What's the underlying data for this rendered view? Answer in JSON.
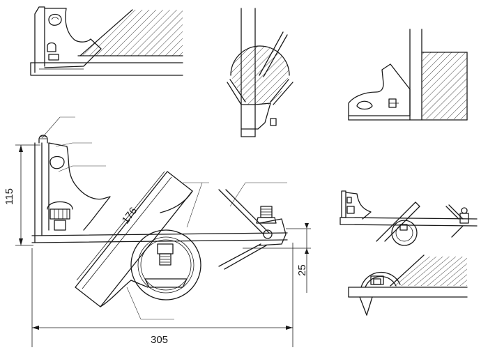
{
  "dimensions": {
    "height_left": "115",
    "angle_length": "176",
    "offset_right": "25",
    "total_width": "305"
  },
  "colors": {
    "line": "#1a1a1a",
    "background": "#ffffff"
  }
}
